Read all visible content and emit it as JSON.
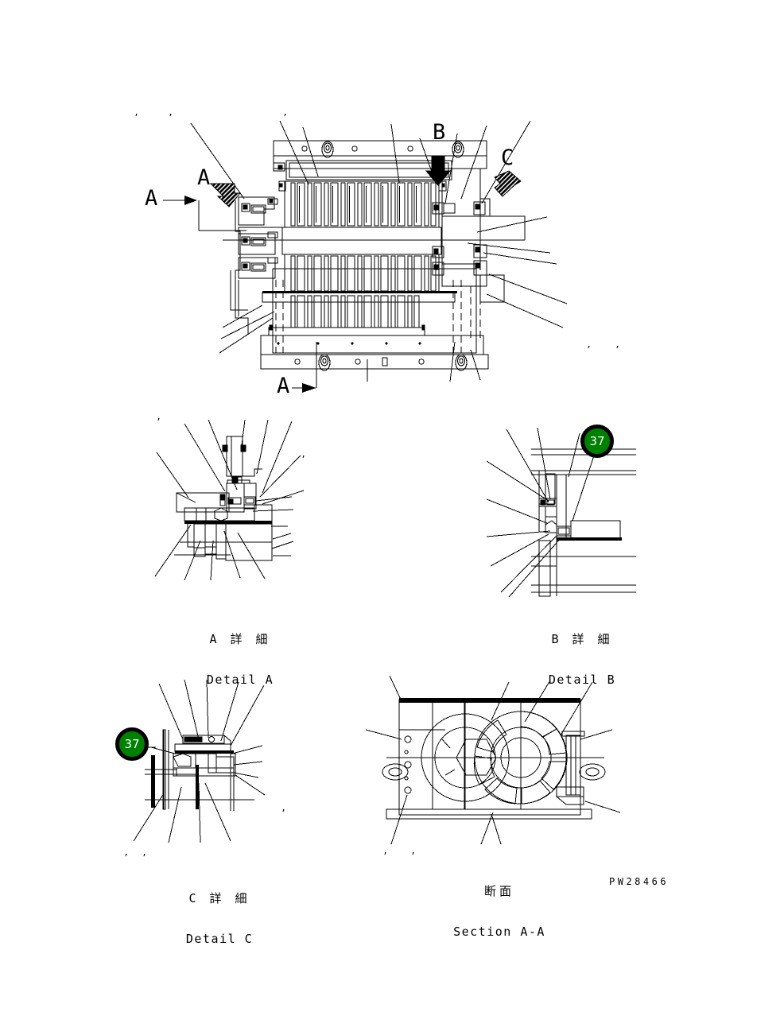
{
  "drawing": {
    "number": "PW28466",
    "sheet_background": "#ffffff",
    "line_color": "#000000",
    "balloon_color": "#008000",
    "balloon_text_color": "#ffffff"
  },
  "main_view": {
    "section_marks": [
      {
        "id": "section-a-left",
        "label": "A"
      },
      {
        "id": "section-a-bottom",
        "label": "A"
      }
    ],
    "detail_marks": [
      {
        "id": "detail-mark-a",
        "label": "A",
        "arrow": "hatched-arrow-down-right"
      },
      {
        "id": "detail-mark-b",
        "label": "B",
        "arrow": "solid-arrow-down"
      },
      {
        "id": "detail-mark-c",
        "label": "C",
        "arrow": "hatched-arrow-down-left"
      }
    ]
  },
  "views": [
    {
      "id": "detail-a",
      "jp": "A 詳 細",
      "en": "Detail A"
    },
    {
      "id": "detail-b",
      "jp": "B 詳 細",
      "en": "Detail B"
    },
    {
      "id": "detail-c",
      "jp": "C 詳 細",
      "en": "Detail C"
    },
    {
      "id": "section-a-a",
      "jp": "断面",
      "en": "Section A-A"
    }
  ],
  "balloons": [
    {
      "id": "balloon-detail-b-37",
      "number": "37"
    },
    {
      "id": "balloon-detail-c-37",
      "number": "37"
    }
  ],
  "tick_marks": {
    "glyph": "’",
    "count": 12
  }
}
